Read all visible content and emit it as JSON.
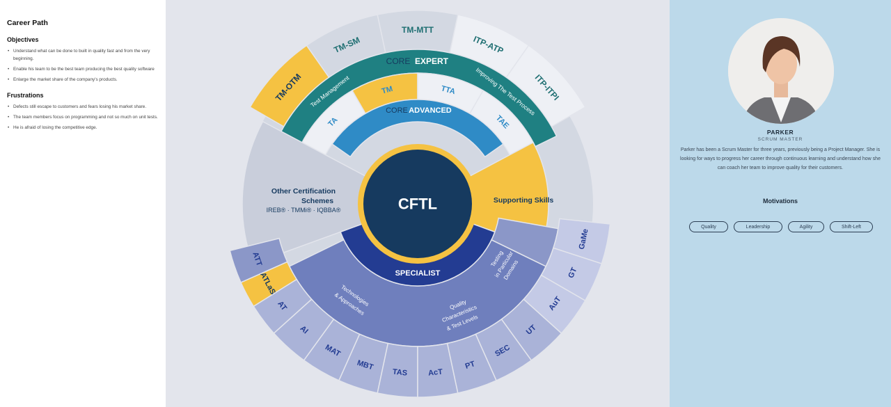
{
  "persona_sheet": {
    "title": "Career Path",
    "objectives": {
      "heading": "Objectives",
      "items": [
        "Understand what can be done to built in quality fast and from the very beginning.",
        "Enable his team to be the best team producing the best quality software",
        "Enlarge the market share of the company's products."
      ]
    },
    "frustrations": {
      "heading": "Frustrations",
      "items": [
        "Defects still escape to customers and fears losing his market share.",
        "The team members focus on programming and not so much on unit tests.",
        "He is afraid of losing the competitive edge."
      ]
    }
  },
  "wheel": {
    "center": "CFTL",
    "expert": {
      "core_prefix": "CORE",
      "label": "EXPERT",
      "arc_left": "Test Management",
      "arc_right": "Improving The Test Process",
      "outer": [
        "TM-OTM",
        "TM-SM",
        "TM-MTT",
        "ITP-ATP",
        "ITP-ITPI"
      ]
    },
    "advanced": {
      "core_prefix": "CORE",
      "label": "ADVANCED",
      "modules": [
        "TA",
        "TM",
        "TTA",
        "TAE"
      ]
    },
    "other": {
      "line1": "Other Certification",
      "line2": "Schemes",
      "line3": "IREB® · TMMi® · IQBBA®"
    },
    "supporting": "Supporting Skills",
    "specialist": {
      "label": "SPECIALIST",
      "group1_line1": "Technologies",
      "group1_line2": "& Approaches",
      "group2_line1": "Quality",
      "group2_line2": "Characteristics",
      "group2_line3": "& Test Levels",
      "group3_line1": "Testing",
      "group3_line2": "in Particular",
      "group3_line3": "Domains",
      "outer": [
        "ATT",
        "ATLaS",
        "AT",
        "AI",
        "MAT",
        "MBT",
        "TAS",
        "AcT",
        "PT",
        "SEC",
        "UT",
        "AuT",
        "GT",
        "GaMe"
      ]
    }
  },
  "persona": {
    "name": "PARKER",
    "role": "SCRUM MASTER",
    "bio": "Parker has been a Scrum Master for three years, previously being a Project Manager. She is looking for ways to progress her career through continuous learning and understand how she can coach her team to improve quality for their customers.",
    "motivations_title": "Motivations",
    "motivations": [
      "Quality",
      "Leadership",
      "Agility",
      "Shift-Left"
    ]
  },
  "colors": {
    "navy": "#163a5f",
    "teal": "#1f8082",
    "blue": "#2f8bc6",
    "yellow": "#f5c242",
    "lavender": "#6f7fbd",
    "light_gray": "#d3d8e2",
    "right_panel": "#bcd9ea"
  }
}
